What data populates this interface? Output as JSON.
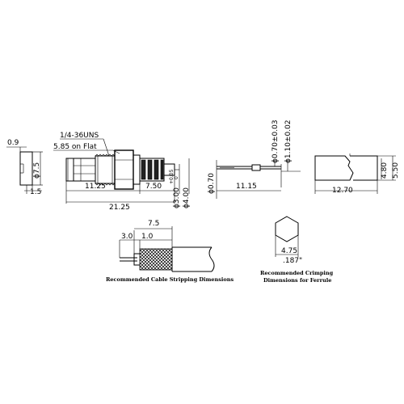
{
  "views": {
    "end_view": {
      "dim_thickness": "0.9",
      "dim_diameter": "ϕ7.5",
      "dim_width": "1.5"
    },
    "side_view": {
      "thread_note": "1/4-36UNS",
      "flat_note": "5.85 on Flat",
      "dim_body": "11.25",
      "dim_crimp": "7.50",
      "dim_overall": "21.25",
      "dim_dia_300": "ϕ3.00",
      "dim_tol_300_upper": "+0.05",
      "dim_tol_300_lower": "0",
      "dim_dia_400": "ϕ4.00"
    },
    "pin_view": {
      "dim_pin_dia": "ϕ0.70±0.03",
      "dim_body_dia": "ϕ1.10±0.02",
      "dim_left_dia": "ϕ0.70",
      "dim_length": "11.15"
    },
    "ferrule_view": {
      "dim_inner": "4.80",
      "dim_outer": "5.50",
      "dim_length": "12.70"
    },
    "stripping": {
      "dim_overall": "7.5",
      "dim_a": "3.0",
      "dim_b": "1.0",
      "caption": "Recommended Cable Stripping Dimensions"
    },
    "crimping": {
      "dim_hex": "4.75",
      "dim_hex_inch": ".187\"",
      "caption_line1": "Recommended Crimping",
      "caption_line2": "Dimensions for Ferrule"
    }
  }
}
